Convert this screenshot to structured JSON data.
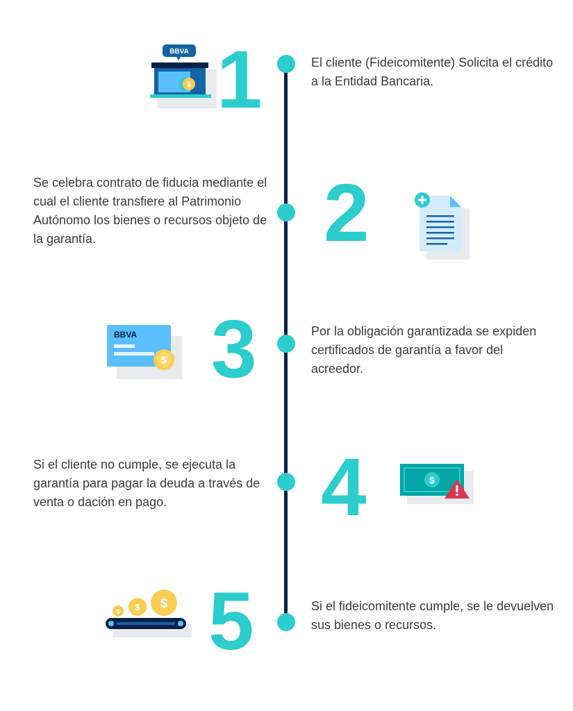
{
  "steps": [
    {
      "number": "1",
      "text": "El cliente (Fideicomitente) Solicita el crédito a la Entidad Bancaria."
    },
    {
      "number": "2",
      "text": "Se celebra contrato de fiducia mediante el cual el cliente transfiere al Patrimonio Autónomo los bienes o recursos objeto de la garantía."
    },
    {
      "number": "3",
      "text": "Por la obligación garantizada se expiden certificados de garantía a favor del acreedor."
    },
    {
      "number": "4",
      "text": "Si  el cliente no cumple, se ejecuta la garantía para pagar la deuda a través de venta o dación en pago."
    },
    {
      "number": "5",
      "text": "Si el fideicomitente cumple, se le devuelven sus bienes o recursos."
    }
  ],
  "brand_label": "BBVA",
  "icons": {
    "step1": "bank-branch-icon",
    "step2": "add-document-icon",
    "step3": "credit-card-coin-icon",
    "step4": "banknote-warning-icon",
    "step5": "coins-conveyor-icon"
  },
  "colors": {
    "accent": "#2dcccd",
    "navy": "#072146",
    "blue": "#1464a5",
    "light_blue": "#5bbeff",
    "gold": "#f8cd51",
    "alert_red": "#da3851",
    "money_green": "#02a5a5",
    "text": "#3a3a3a"
  }
}
